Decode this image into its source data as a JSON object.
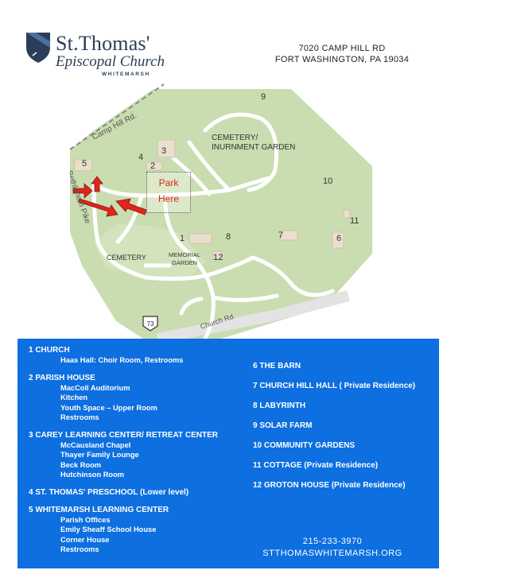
{
  "logo": {
    "line1": "St.Thomas'",
    "line2": "Episcopal Church",
    "line3": "WHITEMARSH"
  },
  "address": {
    "line1": "7020 CAMP HILL RD",
    "line2": "FORT WASHINGTON, PA 19034"
  },
  "map": {
    "roads": {
      "camp_hill": "Camp Hill Rd.",
      "bethlehem": "Bethlehem Pike",
      "church": "Church Rd.",
      "route": "73"
    },
    "labels": {
      "cemetery_inurnment_1": "CEMETERY/",
      "cemetery_inurnment_2": "INURNMENT GARDEN",
      "cemetery": "CEMETERY",
      "memorial_1": "MEMORIAL",
      "memorial_2": "GARDEN"
    },
    "numbers": [
      "1",
      "2",
      "3",
      "4",
      "5",
      "6",
      "7",
      "8",
      "9",
      "10",
      "11",
      "12"
    ],
    "park": {
      "line1": "Park",
      "line2": "Here"
    },
    "colors": {
      "grass": "#c9ddb0",
      "paths": "#ffffff",
      "arrows": "#e0251b",
      "buildings": "#e9dfcc"
    }
  },
  "legend": {
    "color": "#0d6fe0",
    "col1": [
      {
        "title": "1 CHURCH",
        "items": [
          "Haas Hall: Choir Room, Restrooms"
        ]
      },
      {
        "title": "2 PARISH HOUSE",
        "items": [
          "MacColl Auditorium",
          "Kitchen",
          "Youth Space – Upper Room",
          "Restrooms"
        ]
      },
      {
        "title": "3 CAREY LEARNING CENTER/ RETREAT CENTER",
        "items": [
          "McCausland Chapel",
          "Thayer Family Lounge",
          "Beck Room",
          "Hutchinson Room"
        ]
      },
      {
        "title": "4 ST. THOMAS' PRESCHOOL (Lower level)",
        "items": []
      },
      {
        "title": "5 WHITEMARSH LEARNING CENTER",
        "items": [
          "Parish Offices",
          "Emily Sheaff School House",
          "Corner House",
          "Restrooms"
        ]
      }
    ],
    "col2": [
      "6 THE BARN",
      "7 CHURCH HILL HALL ( Private Residence)",
      "8 LABYRINTH",
      "9 SOLAR FARM",
      "10 COMMUNITY GARDENS",
      "11 COTTAGE (Private Residence)",
      "12 GROTON HOUSE (Private Residence)"
    ],
    "phone": "215-233-3970",
    "website": "STTHOMASWHITEMARSH.ORG"
  }
}
